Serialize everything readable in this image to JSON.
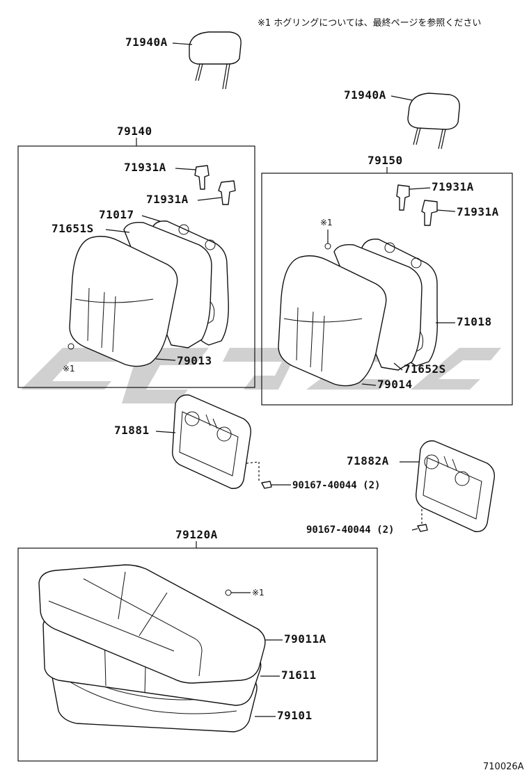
{
  "note_text": "※1 ホグリングについては、最終ページを参照ください",
  "figure_code": "710026A",
  "watermark_color": "#c8c8c8",
  "labels": {
    "headrest_left": "71940A",
    "headrest_right": "71940A",
    "group_left": "79140",
    "group_right": "79150",
    "group_bottom": "79120A",
    "support_left_1": "71931A",
    "support_left_2": "71931A",
    "support_right_1": "71931A",
    "support_right_2": "71931A",
    "frame_left": "71017",
    "pad_left": "71651S",
    "cover_left": "79013",
    "frame_right": "71018",
    "pad_right": "71652S",
    "cover_right": "79014",
    "hinge_cover_left": "71881",
    "hinge_cover_right": "71882A",
    "screw_left": "90167-40044 (2)",
    "screw_right": "90167-40044 (2)",
    "cushion_cover": "79011A",
    "cushion_pad": "71611",
    "cushion_frame": "79101",
    "ref_mark_left": "※1",
    "ref_mark_right": "※1",
    "ref_mark_bottom": "※1"
  }
}
